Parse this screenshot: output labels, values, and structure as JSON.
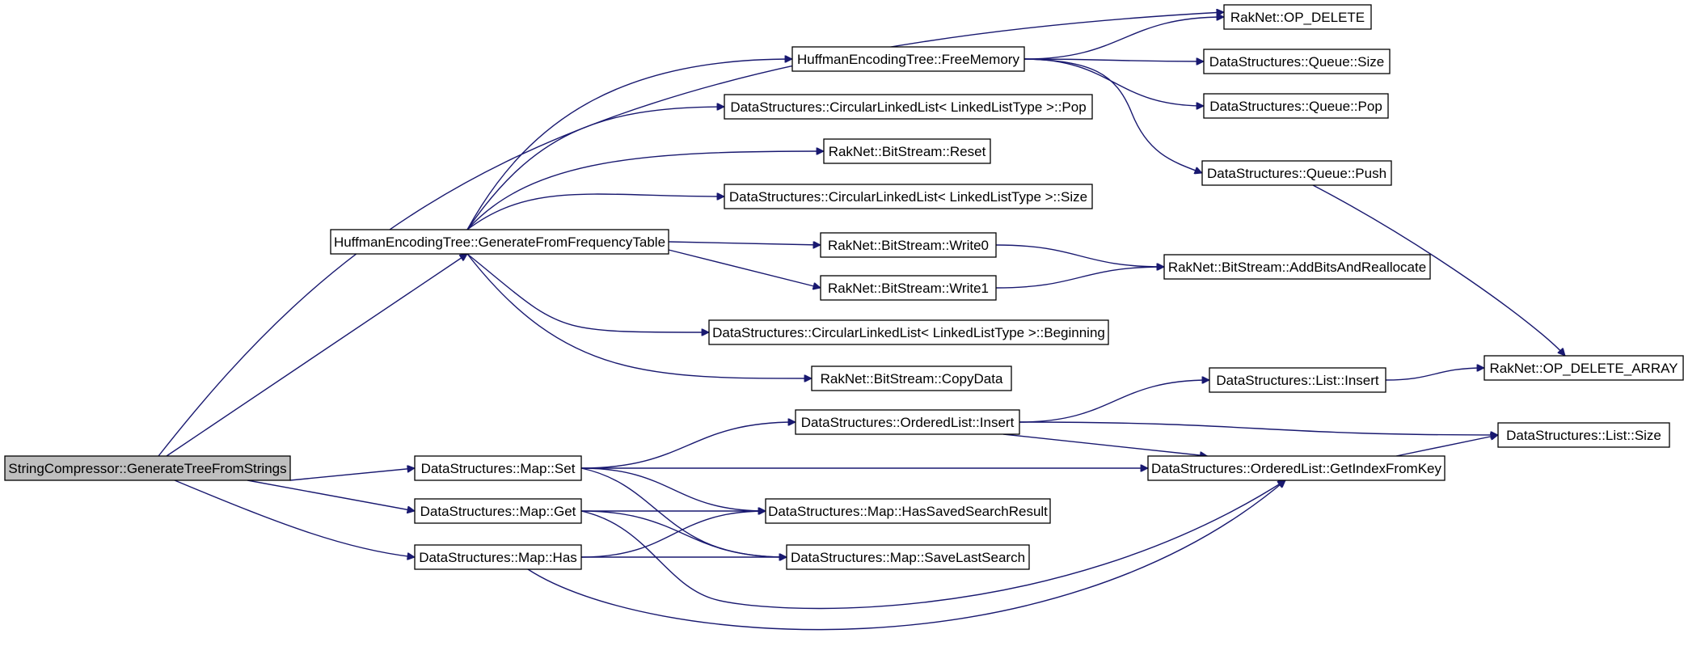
{
  "diagram": {
    "colors": {
      "edge": "#191970",
      "root_fill": "#bfbfbf",
      "node_fill": "#ffffff",
      "node_border": "#000000"
    },
    "nodes": [
      {
        "id": "root",
        "label": "StringCompressor::GenerateTreeFromStrings",
        "root": true
      },
      {
        "id": "gft",
        "label": "HuffmanEncodingTree::GenerateFromFrequencyTable"
      },
      {
        "id": "fm",
        "label": "HuffmanEncodingTree::FreeMemory"
      },
      {
        "id": "opd",
        "label": "RakNet::OP_DELETE"
      },
      {
        "id": "qsize",
        "label": "DataStructures::Queue::Size"
      },
      {
        "id": "qpop",
        "label": "DataStructures::Queue::Pop"
      },
      {
        "id": "qpush",
        "label": "DataStructures::Queue::Push"
      },
      {
        "id": "cllpop",
        "label": "DataStructures::CircularLinkedList< LinkedListType >::Pop"
      },
      {
        "id": "bsreset",
        "label": "RakNet::BitStream::Reset"
      },
      {
        "id": "cllsize",
        "label": "DataStructures::CircularLinkedList< LinkedListType >::Size"
      },
      {
        "id": "w0",
        "label": "RakNet::BitStream::Write0"
      },
      {
        "id": "w1",
        "label": "RakNet::BitStream::Write1"
      },
      {
        "id": "abar",
        "label": "RakNet::BitStream::AddBitsAndReallocate"
      },
      {
        "id": "cllbeg",
        "label": "DataStructures::CircularLinkedList< LinkedListType >::Beginning"
      },
      {
        "id": "cd",
        "label": "RakNet::BitStream::CopyData"
      },
      {
        "id": "opda",
        "label": "RakNet::OP_DELETE_ARRAY"
      },
      {
        "id": "olins",
        "label": "DataStructures::OrderedList::Insert"
      },
      {
        "id": "lins",
        "label": "DataStructures::List::Insert"
      },
      {
        "id": "lsize",
        "label": "DataStructures::List::Size"
      },
      {
        "id": "mset",
        "label": "DataStructures::Map::Set"
      },
      {
        "id": "gifk",
        "label": "DataStructures::OrderedList::GetIndexFromKey"
      },
      {
        "id": "mget",
        "label": "DataStructures::Map::Get"
      },
      {
        "id": "hssr",
        "label": "DataStructures::Map::HasSavedSearchResult"
      },
      {
        "id": "mhas",
        "label": "DataStructures::Map::Has"
      },
      {
        "id": "sls",
        "label": "DataStructures::Map::SaveLastSearch"
      }
    ],
    "edges": [
      [
        "root",
        "opd"
      ],
      [
        "root",
        "gft"
      ],
      [
        "root",
        "mset"
      ],
      [
        "root",
        "mget"
      ],
      [
        "root",
        "mhas"
      ],
      [
        "gft",
        "fm"
      ],
      [
        "gft",
        "cllpop"
      ],
      [
        "gft",
        "bsreset"
      ],
      [
        "gft",
        "cllsize"
      ],
      [
        "gft",
        "w0"
      ],
      [
        "gft",
        "w1"
      ],
      [
        "gft",
        "cllbeg"
      ],
      [
        "gft",
        "cd"
      ],
      [
        "fm",
        "opd"
      ],
      [
        "fm",
        "qsize"
      ],
      [
        "fm",
        "qpop"
      ],
      [
        "fm",
        "qpush"
      ],
      [
        "qpush",
        "opda"
      ],
      [
        "w0",
        "abar"
      ],
      [
        "w1",
        "abar"
      ],
      [
        "olins",
        "lins"
      ],
      [
        "olins",
        "lsize"
      ],
      [
        "olins",
        "gifk"
      ],
      [
        "lins",
        "opda"
      ],
      [
        "gifk",
        "lsize"
      ],
      [
        "mset",
        "olins"
      ],
      [
        "mset",
        "gifk"
      ],
      [
        "mset",
        "hssr"
      ],
      [
        "mset",
        "sls"
      ],
      [
        "mget",
        "hssr"
      ],
      [
        "mget",
        "sls"
      ],
      [
        "mget",
        "gifk"
      ],
      [
        "mhas",
        "hssr"
      ],
      [
        "mhas",
        "sls"
      ],
      [
        "mhas",
        "gifk"
      ]
    ]
  }
}
